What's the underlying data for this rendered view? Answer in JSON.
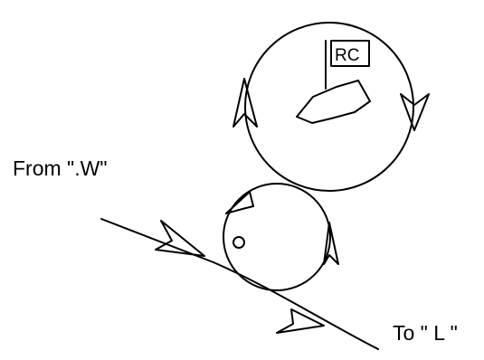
{
  "diagram": {
    "labels": {
      "from": "From \".W\"",
      "to": "To \" L \"",
      "rc": "RC"
    },
    "stroke_color": "#000000",
    "background_color": "#ffffff",
    "icons": [
      "flag-icon",
      "boat-icon",
      "arrow-icon"
    ]
  }
}
